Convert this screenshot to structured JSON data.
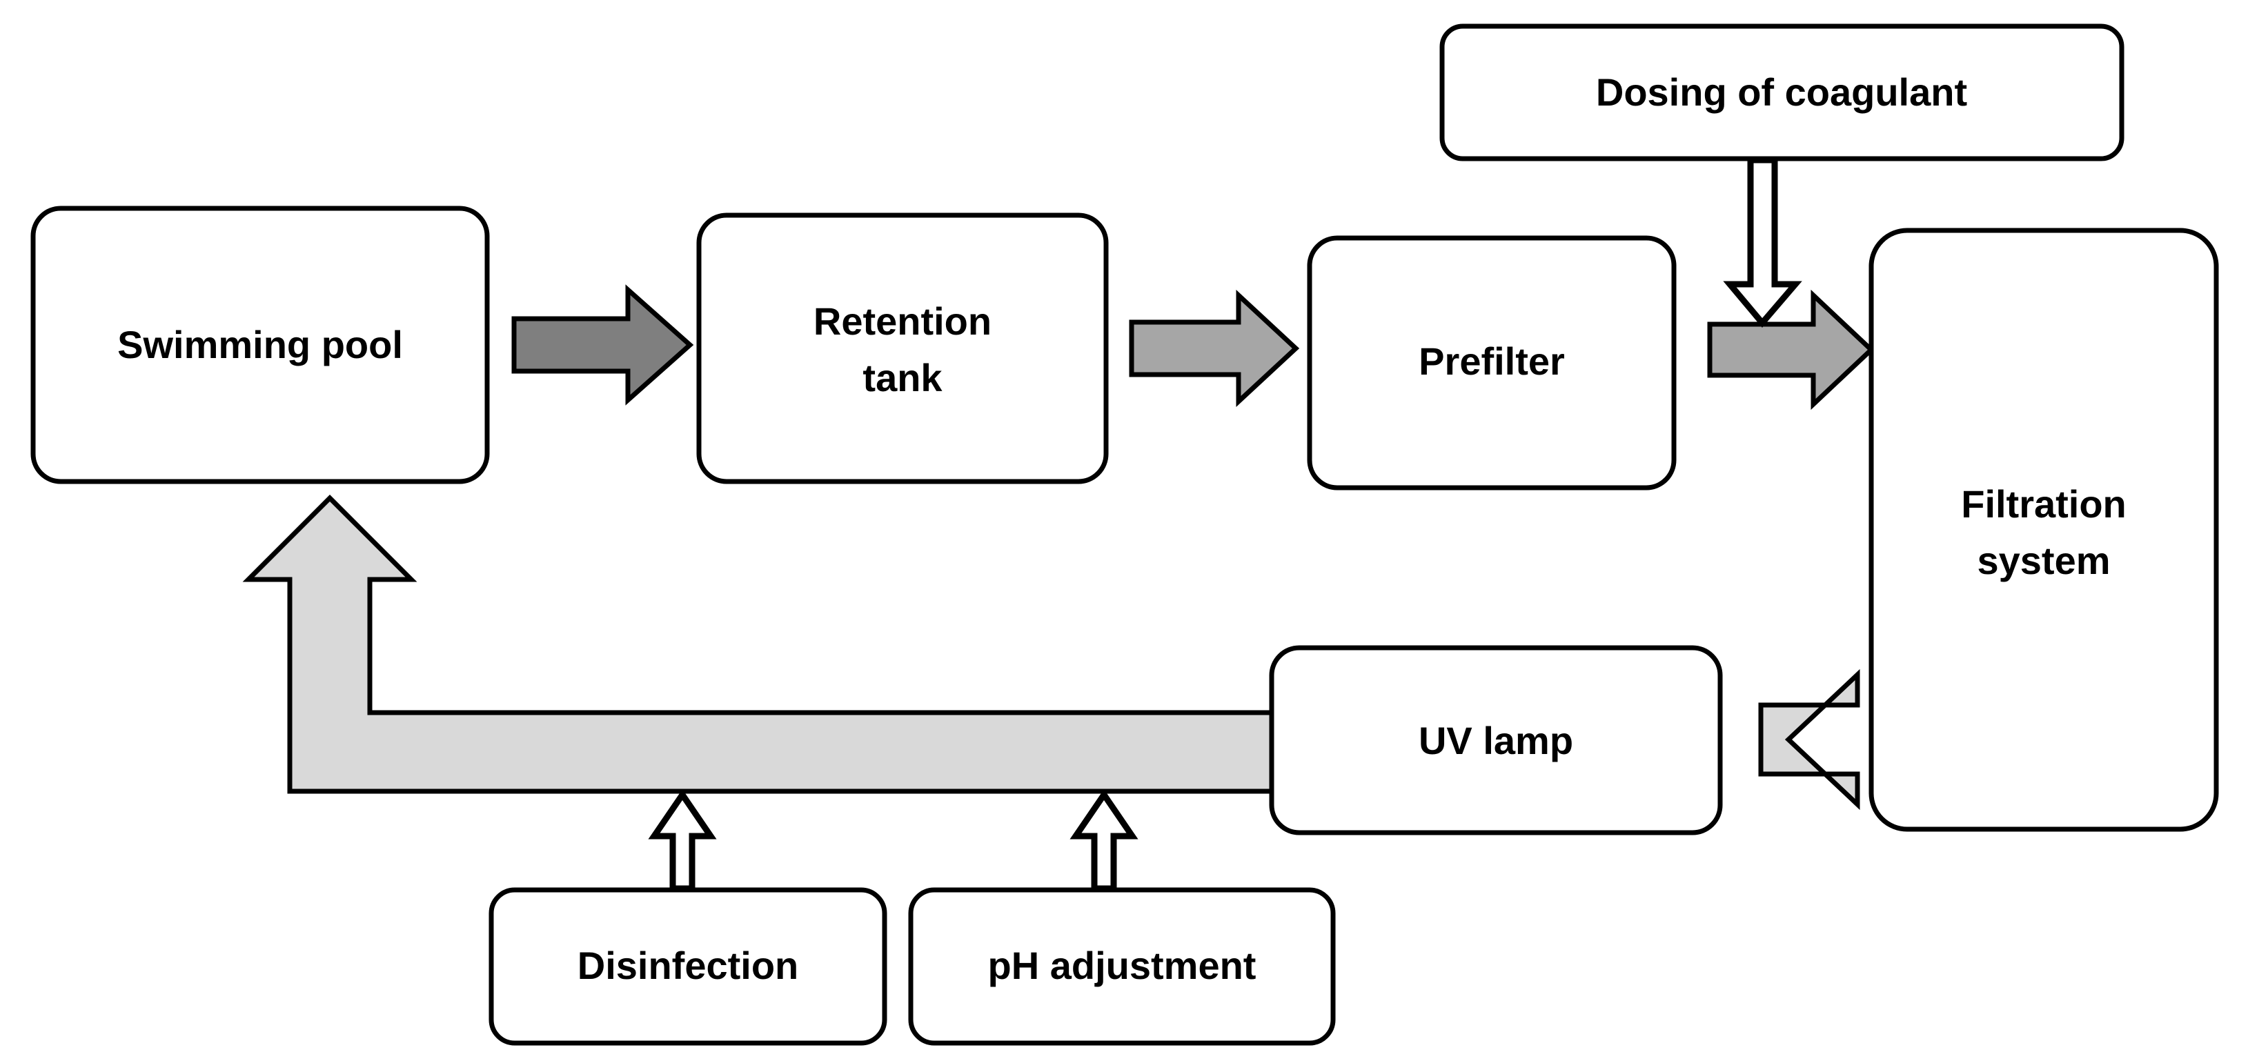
{
  "diagram": {
    "title": "Swimming pool water treatment flow diagram",
    "colors": {
      "box_fill": "#FFFFFF",
      "box_stroke": "#000000",
      "arrow_dark_gray": "#7F7F7F",
      "arrow_mid_gray": "#A6A6A6",
      "arrow_light_gray": "#D9D9D9",
      "arrow_hollow_fill": "#FFFFFF",
      "text": "#000000",
      "background": "#FFFFFF"
    },
    "nodes": [
      {
        "id": "swimming-pool",
        "label": "Swimming pool",
        "line1": "Swimming pool",
        "line2": ""
      },
      {
        "id": "retention-tank",
        "label": "Retention tank",
        "line1": "Retention",
        "line2": "tank"
      },
      {
        "id": "prefilter",
        "label": "Prefilter",
        "line1": "Prefilter",
        "line2": ""
      },
      {
        "id": "filtration-system",
        "label": "Filtration system",
        "line1": "Filtration",
        "line2": "system"
      },
      {
        "id": "dosing-coagulant",
        "label": "Dosing of coagulant",
        "line1": "Dosing of coagulant",
        "line2": ""
      },
      {
        "id": "uv-lamp",
        "label": "UV lamp",
        "line1": "UV lamp",
        "line2": ""
      },
      {
        "id": "disinfection",
        "label": "Disinfection",
        "line1": "Disinfection",
        "line2": ""
      },
      {
        "id": "ph-adjustment",
        "label": "pH adjustment",
        "line1": "pH adjustment",
        "line2": ""
      }
    ],
    "edges": [
      {
        "id": "pool-to-retention",
        "from": "swimming-pool",
        "to": "retention-tank",
        "style": "block-arrow-right",
        "shade": "dark"
      },
      {
        "id": "retention-to-prefilter",
        "from": "retention-tank",
        "to": "prefilter",
        "style": "block-arrow-right",
        "shade": "mid"
      },
      {
        "id": "prefilter-to-filtration",
        "from": "prefilter",
        "to": "filtration-system",
        "style": "block-arrow-right",
        "shade": "mid"
      },
      {
        "id": "coagulant-to-stream",
        "from": "dosing-coagulant",
        "to": "prefilter-to-filtration",
        "style": "hollow-arrow-down",
        "shade": "hollow"
      },
      {
        "id": "filtration-to-uv",
        "from": "filtration-system",
        "to": "uv-lamp",
        "style": "block-arrow-left",
        "shade": "light"
      },
      {
        "id": "uv-to-pool",
        "from": "uv-lamp",
        "to": "swimming-pool",
        "style": "bent-arrow-up-left",
        "shade": "light"
      },
      {
        "id": "disinfection-to-return",
        "from": "disinfection",
        "to": "uv-to-pool",
        "style": "hollow-arrow-up",
        "shade": "hollow"
      },
      {
        "id": "ph-to-return",
        "from": "ph-adjustment",
        "to": "uv-to-pool",
        "style": "hollow-arrow-up",
        "shade": "hollow"
      }
    ]
  }
}
